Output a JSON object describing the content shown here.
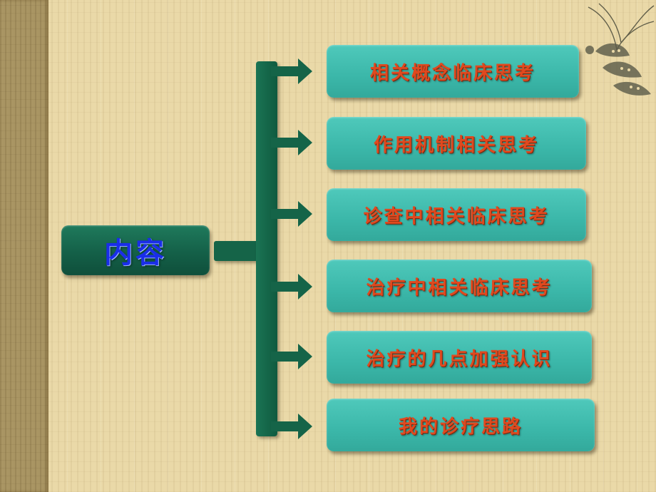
{
  "root": {
    "label": "内容"
  },
  "items": [
    {
      "label": "相关概念临床思考"
    },
    {
      "label": "作用机制相关思考"
    },
    {
      "label": "诊查中相关临床思考"
    },
    {
      "label": "治疗中相关临床思考"
    },
    {
      "label": "治疗的几点加强认识"
    },
    {
      "label": "我的诊疗思路"
    }
  ],
  "colors": {
    "background": "#ead9a8",
    "root_box": "#146048",
    "root_text": "#1a2ee8",
    "item_box": "#3bb7a9",
    "item_text": "#e0491f",
    "connector": "#156448"
  },
  "icons": [
    "butterfly-ornament-icon"
  ]
}
